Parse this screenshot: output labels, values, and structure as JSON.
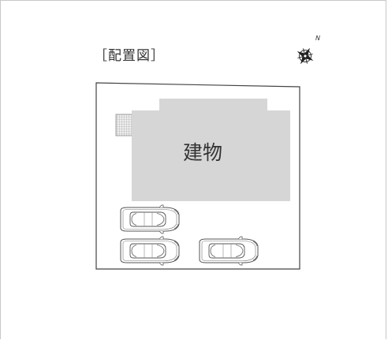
{
  "diagram": {
    "title": "［配置図］",
    "building_label": "建物",
    "compass_letter": "N"
  },
  "colors": {
    "building_fill": "#d6d6d6",
    "lot_border": "#444444",
    "line": "#555555"
  },
  "parking": {
    "car_count": 3
  }
}
